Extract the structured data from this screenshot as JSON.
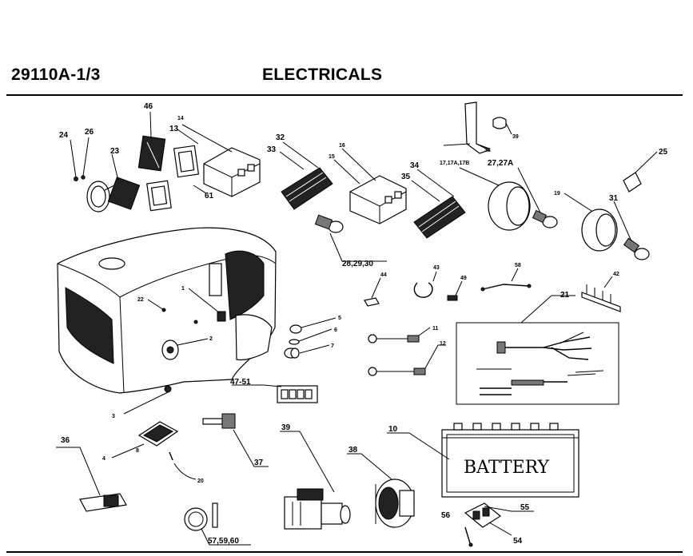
{
  "header": {
    "code": "29110A-1/3",
    "title": "ELECTRICALS"
  },
  "battery_text": "BATTERY",
  "callouts": {
    "c24": "24",
    "c26": "26",
    "c23": "23",
    "c46": "46",
    "c14": "14",
    "c13": "13",
    "c61": "61",
    "c32": "32",
    "c33": "33",
    "c16": "16",
    "c15": "15",
    "c34": "34",
    "c35": "35",
    "c17": "17,17A,17B",
    "c27": "27,27A",
    "c19": "19",
    "c31": "31",
    "c25": "25",
    "c39top": "39",
    "c38top": "38",
    "c28": "28,29,30",
    "c44": "44",
    "c43": "43",
    "c49": "49",
    "c58": "58",
    "c42": "42",
    "c21": "21",
    "c1": "1",
    "c22": "22",
    "c2": "2",
    "c3": "3",
    "c5": "5",
    "c6": "6",
    "c7": "7",
    "c11": "11",
    "c12": "12",
    "c47": "47-51",
    "c4": "4",
    "c8": "8",
    "c20": "20",
    "c36": "36",
    "c37": "37",
    "c39": "39",
    "c38": "38",
    "c10": "10",
    "c56": "56",
    "c55": "55",
    "c54": "54",
    "c57": "57,59,60"
  }
}
